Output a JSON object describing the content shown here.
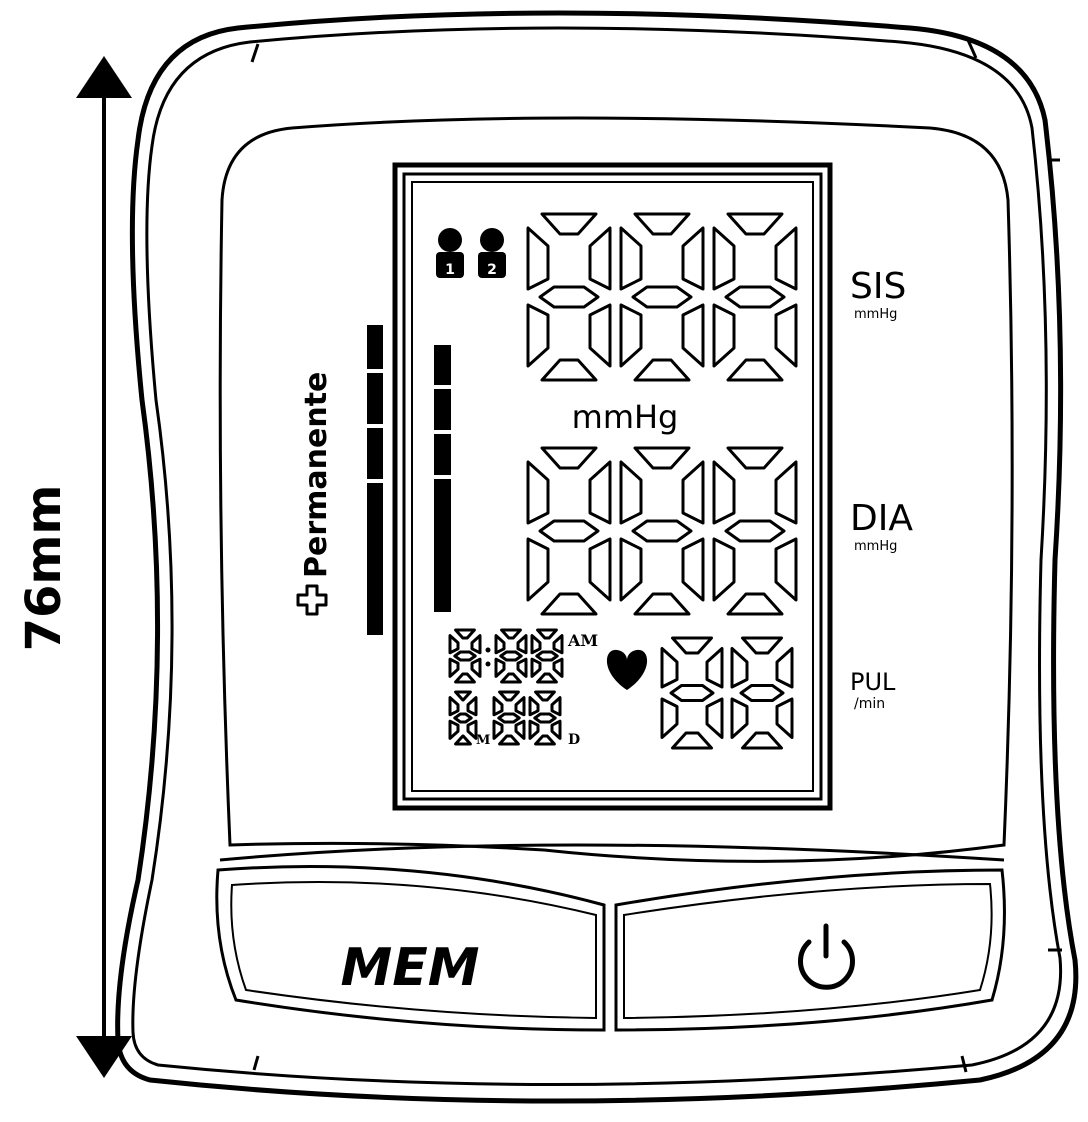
{
  "dimension": {
    "label": "76mm"
  },
  "brand": {
    "name": "Permanente",
    "icon": "medical-cross-icon"
  },
  "users": [
    {
      "label": "1",
      "icon": "user-icon"
    },
    {
      "label": "2",
      "icon": "user-icon"
    }
  ],
  "display": {
    "systolic": "888",
    "diastolic": "888",
    "pulse": "88",
    "center_unit": "mmHg",
    "time": {
      "hour": "8",
      "minutes": "88",
      "suffix": "AM"
    },
    "date": {
      "month": "8",
      "month_suffix": "M",
      "day": "88",
      "day_suffix": "D"
    },
    "heart_icon": "heart-icon"
  },
  "side_labels": {
    "sis": {
      "label": "SIS",
      "unit": "mmHg"
    },
    "dia": {
      "label": "DIA",
      "unit": "mmHg"
    },
    "pul": {
      "label": "PUL",
      "unit": "/min"
    }
  },
  "buttons": {
    "mem": {
      "label": "MEM"
    },
    "power": {
      "icon": "power-icon"
    }
  }
}
